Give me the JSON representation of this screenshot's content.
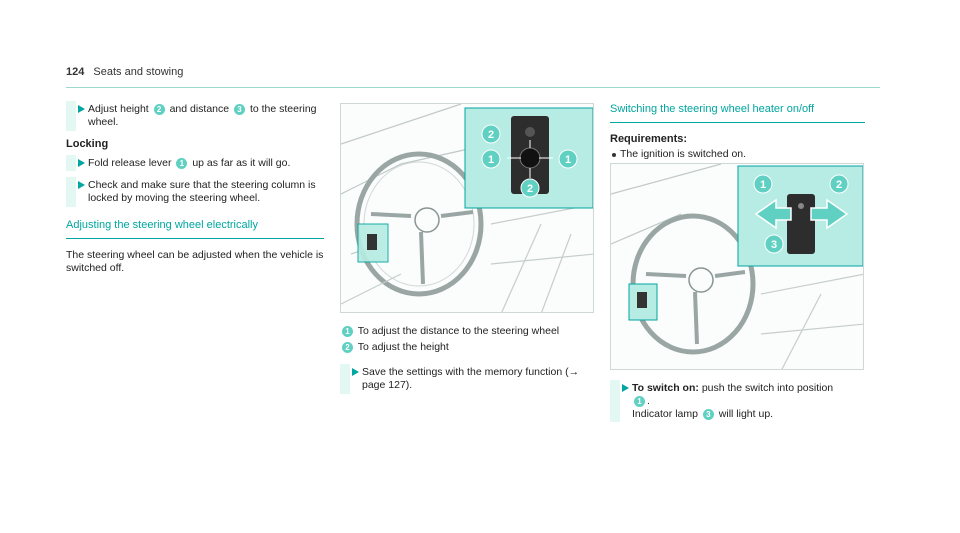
{
  "header": {
    "page_number": "124",
    "section": "Seats and stowing"
  },
  "col1": {
    "step1_a": "Adjust height",
    "step1_b": "and distance",
    "step1_c": "to the steering wheel.",
    "locking_title": "Locking",
    "step2_a": "Fold release lever",
    "step2_b": "up as far as it will go.",
    "step3": "Check and make sure that the steering column is locked by moving the steering wheel.",
    "section_title": "Adjusting the steering wheel electrically",
    "body": "The steering wheel can be adjusted when the vehicle is switched off."
  },
  "col2": {
    "legend1": "To adjust the distance to the steering wheel",
    "legend2": "To adjust the height",
    "step_save": "Save the settings with the memory function (→ page 127)."
  },
  "col3": {
    "section_title": "Switching the steering wheel heater on/off",
    "req_title": "Requirements:",
    "req1": "The ignition is switched on.",
    "step_label": "To switch on:",
    "step_text": "push the switch into position",
    "step_tail": ".",
    "indicator_a": "Indicator lamp",
    "indicator_b": "will light up."
  },
  "markers": {
    "m1": "1",
    "m2": "2",
    "m3": "3"
  },
  "colors": {
    "accent": "#00a6a0",
    "highlight": "#b6ece3",
    "marker": "#5fd0c2"
  }
}
